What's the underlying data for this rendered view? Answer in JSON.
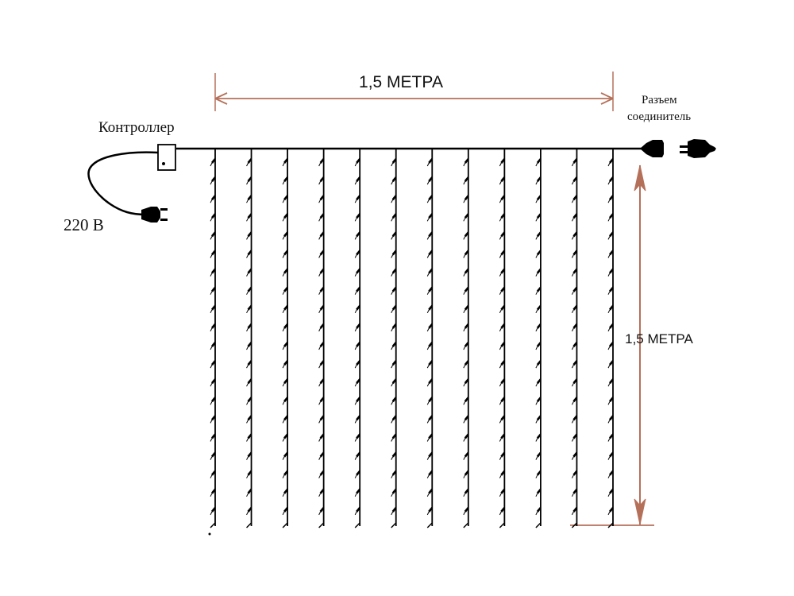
{
  "labels": {
    "width": "1,5 МЕТРА",
    "height": "1,5 МЕТРА",
    "controller": "Контроллер",
    "voltage": "220 В",
    "connector_line1": "Разъем",
    "connector_line2": "соединитель"
  },
  "colors": {
    "wire": "#000000",
    "dimension": "#b5705a",
    "text": "#111111"
  },
  "strands": 12,
  "leds_per_strand": 20
}
